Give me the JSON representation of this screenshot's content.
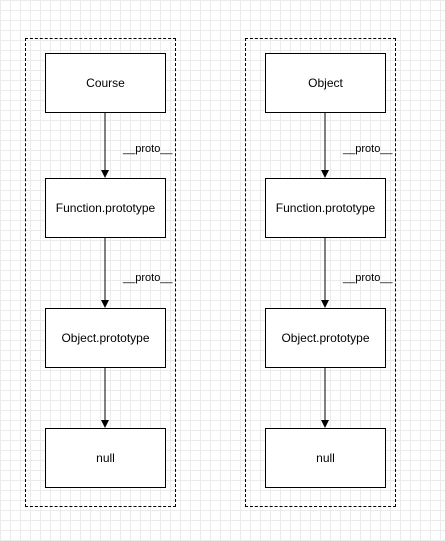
{
  "diagram": {
    "left_column": {
      "nodes": [
        "Course",
        "Function.prototype",
        "Object.prototype",
        "null"
      ],
      "edge_labels": [
        "__proto__",
        "__proto__"
      ]
    },
    "right_column": {
      "nodes": [
        "Object",
        "Function.prototype",
        "Object.prototype",
        "null"
      ],
      "edge_labels": [
        "__proto__",
        "__proto__"
      ]
    }
  }
}
